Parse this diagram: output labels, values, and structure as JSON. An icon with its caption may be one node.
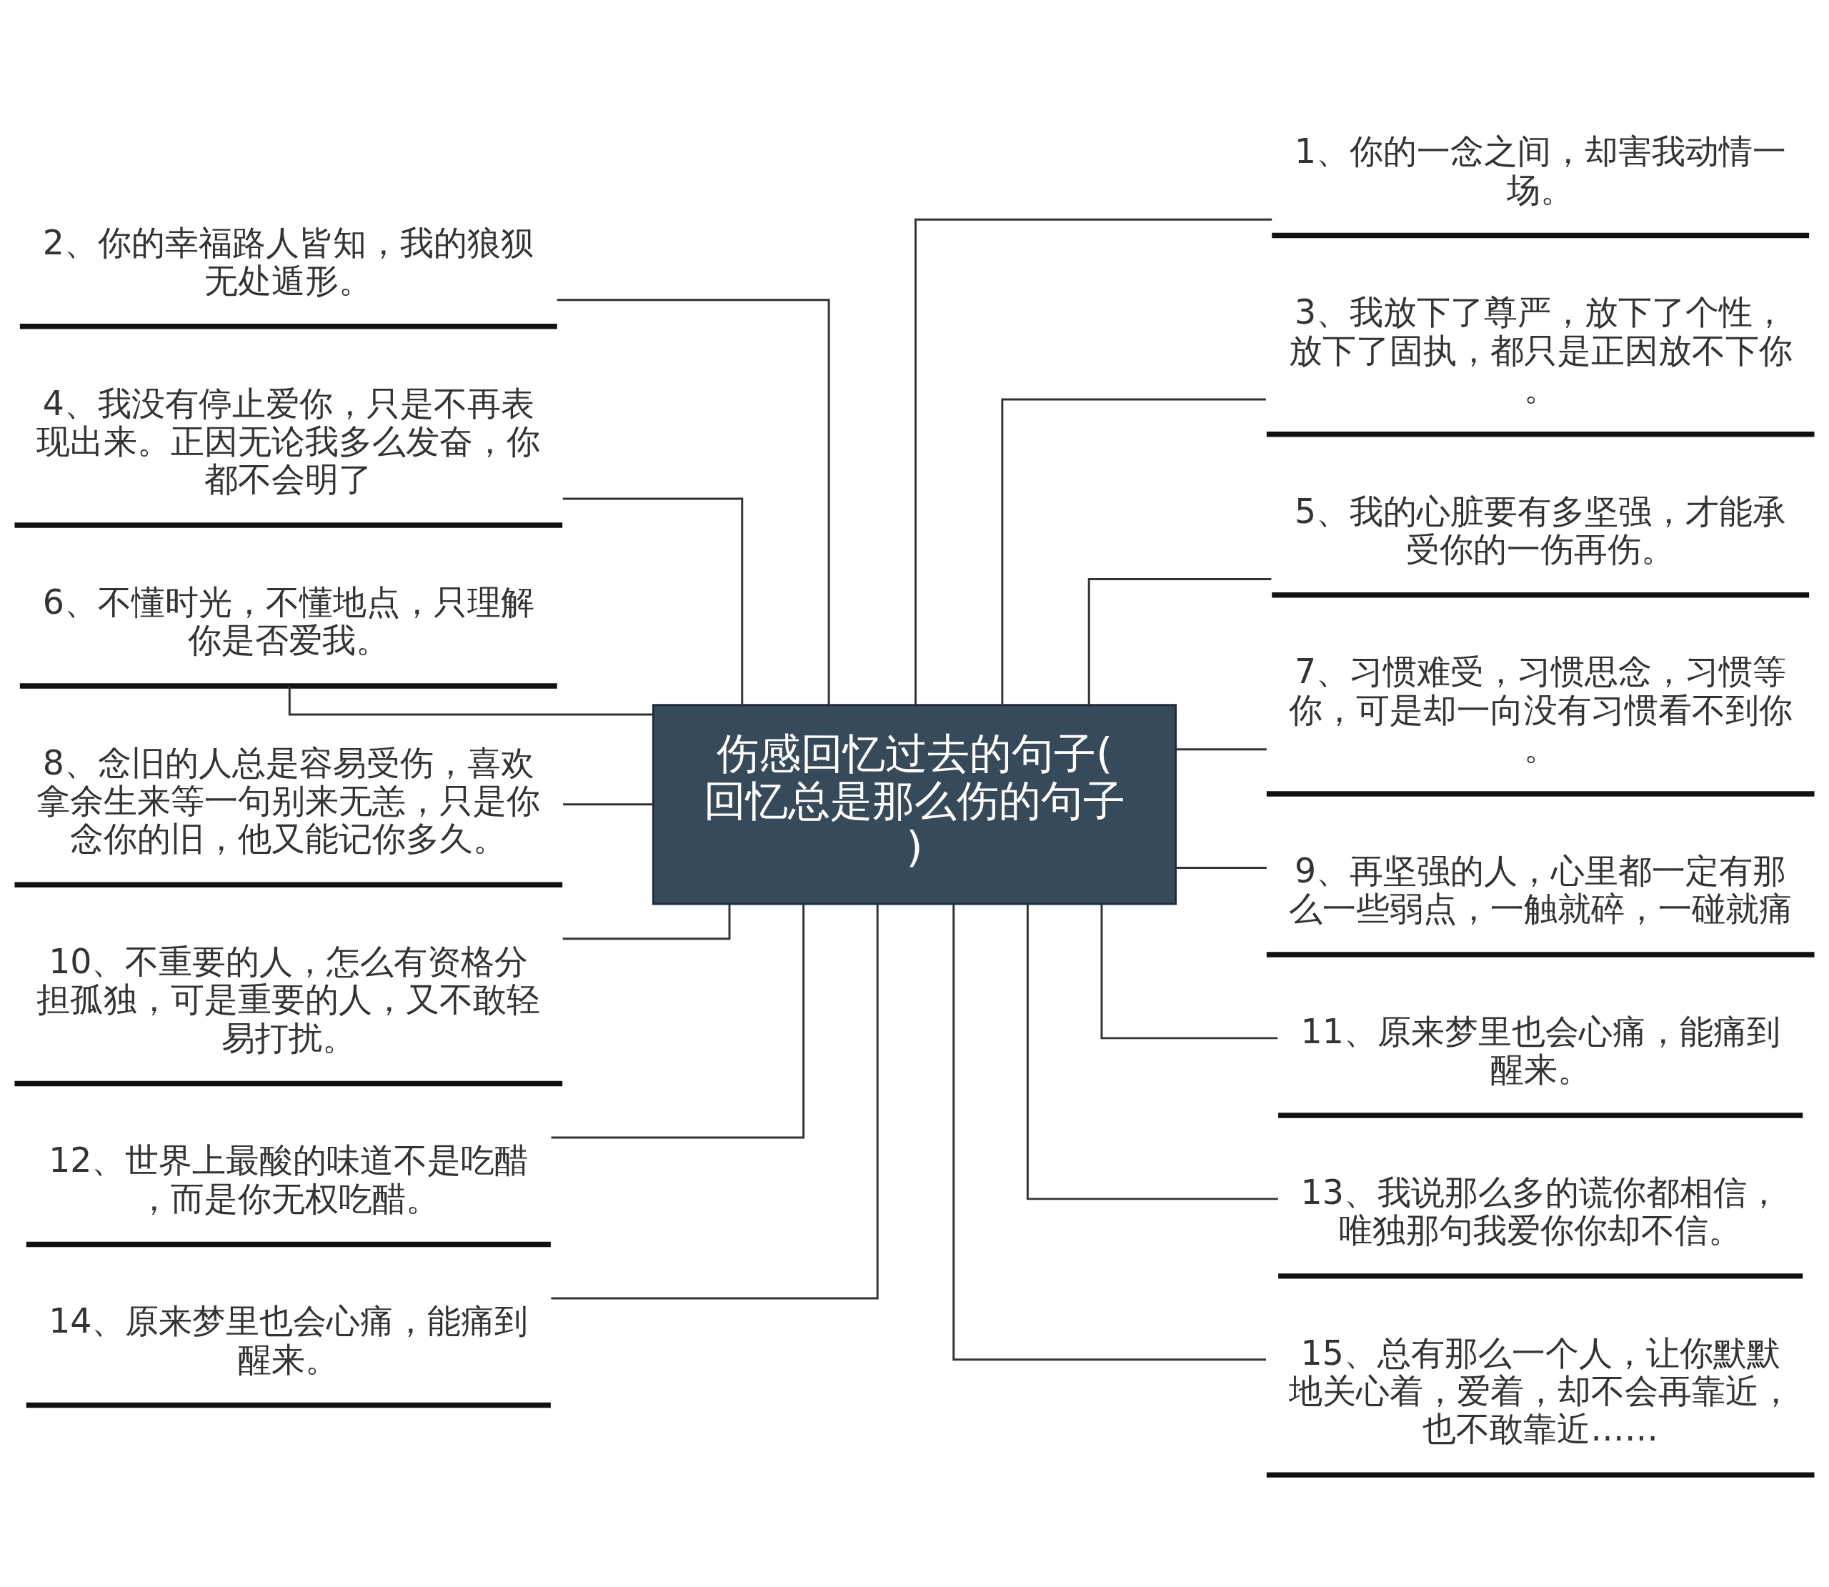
{
  "diagram": {
    "nodes": [
      {
        "text": [
          "伤感回忆过去的句子(回忆总是那么伤的句子)"
        ]
      },
      {
        "text": [
          "1、你的一念之间，却害我动情一场。"
        ]
      },
      {
        "text": [
          "2、你的幸福路人皆知，我的狼狈无处遁形。"
        ]
      },
      {
        "text": [
          "3、我放下了尊严，放下了个性，放下了固执，都只是正因放不下你。"
        ]
      },
      {
        "text": [
          "4、我没有停止爱你，只是不再表现出来。正因无论我多么发奋，你都不会明了"
        ]
      },
      {
        "text": [
          "5、我的心脏要有多坚强，才能承受你的一伤再伤。"
        ]
      },
      {
        "text": [
          "6、不懂时光，不懂地点，只理解你是否爱我。"
        ]
      },
      {
        "text": [
          "7、习惯难受，习惯思念，习惯等你，可是却一向没有习惯看不到你。"
        ]
      },
      {
        "text": [
          "8、念旧的人总是容易受伤，喜欢拿余生来等一句别来无恙，只是你念你的旧，他又能记你多久。"
        ]
      },
      {
        "text": [
          "9、再坚强的人，心里都一定有那么一些弱点，一触就碎，一碰就痛"
        ]
      },
      {
        "text": [
          "10、不重要的人，怎么有资格分担孤独，可是重要的人，又不敢轻易打扰。"
        ]
      },
      {
        "text": [
          "11、原来梦里也会心痛，能痛到醒来。"
        ]
      },
      {
        "text": [
          "12、世界上最酸的味道不是吃醋，而是你无权吃醋。"
        ]
      },
      {
        "text": [
          "13、我说那么多的谎你都相信，唯独那句我爱你你却不信。"
        ]
      },
      {
        "text": [
          "14、原来梦里也会心痛，能痛到醒来。"
        ]
      },
      {
        "text": [
          "15、总有那么一个人，让你默默地关心着，爱着，却不会再靠近，也不敢靠近……"
        ]
      }
    ],
    "edges": [
      {
        "from": 0,
        "to": 1,
        "arrow": "none"
      },
      {
        "from": 0,
        "to": 2,
        "arrow": "none"
      },
      {
        "from": 0,
        "to": 3,
        "arrow": "none"
      },
      {
        "from": 0,
        "to": 4,
        "arrow": "none"
      },
      {
        "from": 0,
        "to": 5,
        "arrow": "none"
      },
      {
        "from": 0,
        "to": 6,
        "arrow": "none"
      },
      {
        "from": 0,
        "to": 7,
        "arrow": "none"
      },
      {
        "from": 0,
        "to": 8,
        "arrow": "none"
      },
      {
        "from": 0,
        "to": 9,
        "arrow": "none"
      },
      {
        "from": 0,
        "to": 10,
        "arrow": "none"
      },
      {
        "from": 0,
        "to": 11,
        "arrow": "none"
      },
      {
        "from": 0,
        "to": 12,
        "arrow": "none"
      },
      {
        "from": 0,
        "to": 13,
        "arrow": "none"
      },
      {
        "from": 0,
        "to": 14,
        "arrow": "none"
      },
      {
        "from": 0,
        "to": 15,
        "arrow": "none"
      }
    ]
  }
}
